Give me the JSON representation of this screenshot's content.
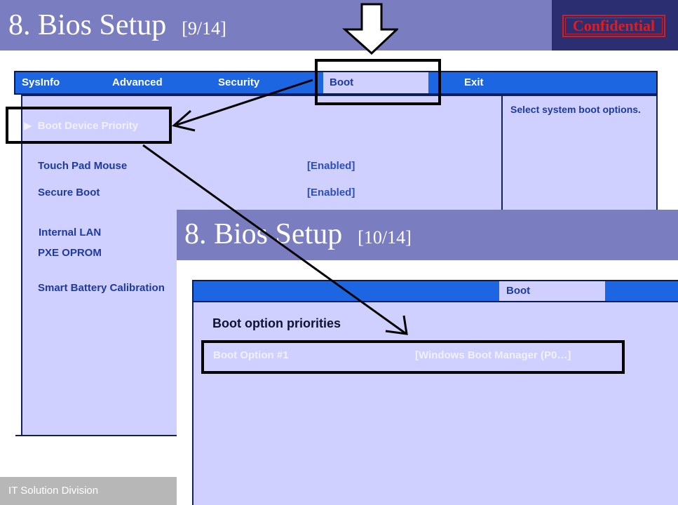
{
  "slide": {
    "title": "8. Bios Setup",
    "page": "[9/14]",
    "confidential": "Confidential",
    "footer": "IT Solution Division"
  },
  "bios": {
    "menu": [
      "SysInfo",
      "Advanced",
      "Security",
      "Boot",
      "Exit"
    ],
    "help_text": "Select system boot options.",
    "submenu_label": "Boot Device Priority",
    "options": [
      {
        "label": "Touch Pad Mouse",
        "value": "[Enabled]"
      },
      {
        "label": "Secure Boot",
        "value": "[Enabled]"
      },
      {
        "label": "Internal LAN",
        "value": ""
      },
      {
        "label": "PXE OPROM",
        "value": ""
      },
      {
        "label": "Smart Battery Calibration",
        "value": ""
      }
    ]
  },
  "overlay": {
    "title": "8. Bios Setup",
    "page": "[10/14]",
    "menu_tab": "Boot",
    "heading": "Boot option priorities",
    "option_label": "Boot  Option #1",
    "option_value": "[Windows Boot Manager (P0…]"
  },
  "colors": {
    "title_bar": "#7a7ec0",
    "menu_bar": "#1d66e2",
    "bios_bg": "#cfd0ff",
    "text_blue": "#1d3a9e",
    "confidential_red": "#e01c1c"
  }
}
